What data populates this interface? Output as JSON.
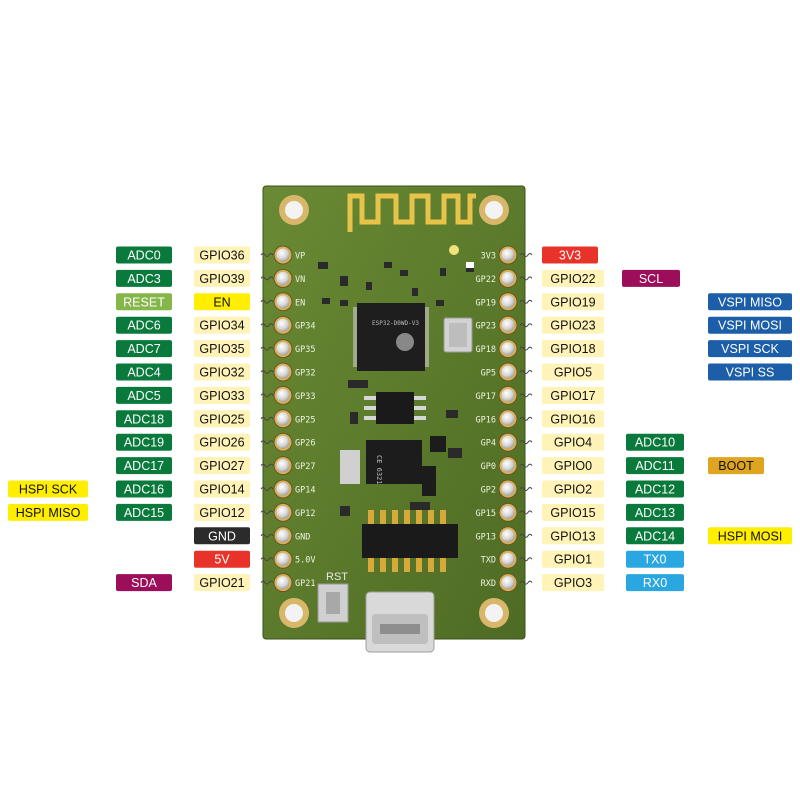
{
  "board": {
    "pad_rst_label": "RST",
    "module_text": "ESP32-D0WD-V3",
    "rows_left_silk": [
      "VP",
      "VN",
      "EN",
      "GP34",
      "GP35",
      "GP32",
      "GP33",
      "GP25",
      "GP26",
      "GP27",
      "GP14",
      "GP12",
      "GND",
      "5.0V",
      "GP21"
    ],
    "rows_right_silk": [
      "3V3",
      "GP22",
      "GP19",
      "GP23",
      "GP18",
      "GP5",
      "GP17",
      "GP16",
      "GP4",
      "GP0",
      "GP2",
      "GP15",
      "GP13",
      "TXD",
      "RXD"
    ]
  },
  "colors": {
    "adc": "#0a7a3c",
    "gpio": "#fff3b8",
    "reset": "#84b64a",
    "en": "#ffee00",
    "vspi": "#1c5fa8",
    "hspi_left": "#ffee00",
    "hspi_right": "#ffee00",
    "scl_sda": "#9c0d5a",
    "power": "#e8332a",
    "gnd": "#2b2b2b",
    "boot": "#e0a520",
    "uart": "#2aa7e0",
    "pcb": "#5b7a2c"
  },
  "left_rows": [
    {
      "gpio": "GPIO36",
      "func": "ADC0",
      "func_type": "adc"
    },
    {
      "gpio": "GPIO39",
      "func": "ADC3",
      "func_type": "adc"
    },
    {
      "gpio": "EN",
      "gpio_type": "en",
      "func": "RESET",
      "func_type": "reset"
    },
    {
      "gpio": "GPIO34",
      "func": "ADC6",
      "func_type": "adc"
    },
    {
      "gpio": "GPIO35",
      "func": "ADC7",
      "func_type": "adc"
    },
    {
      "gpio": "GPIO32",
      "func": "ADC4",
      "func_type": "adc"
    },
    {
      "gpio": "GPIO33",
      "func": "ADC5",
      "func_type": "adc"
    },
    {
      "gpio": "GPIO25",
      "func": "ADC18",
      "func_type": "adc"
    },
    {
      "gpio": "GPIO26",
      "func": "ADC19",
      "func_type": "adc"
    },
    {
      "gpio": "GPIO27",
      "func": "ADC17",
      "func_type": "adc"
    },
    {
      "gpio": "GPIO14",
      "func": "ADC16",
      "func_type": "adc",
      "extra": "HSPI SCK",
      "extra_type": "hspi_left"
    },
    {
      "gpio": "GPIO12",
      "func": "ADC15",
      "func_type": "adc",
      "extra": "HSPI MISO",
      "extra_type": "hspi_left"
    },
    {
      "gpio": "",
      "func": "GND",
      "func_type": "gnd"
    },
    {
      "gpio": "",
      "func": "5V",
      "func_type": "power"
    },
    {
      "gpio": "GPIO21",
      "func": "SDA",
      "func_type": "scl_sda"
    }
  ],
  "right_rows": [
    {
      "gpio": "",
      "func": "3V3",
      "func_type": "power"
    },
    {
      "gpio": "GPIO22",
      "func": "SCL",
      "func_type": "scl_sda"
    },
    {
      "gpio": "GPIO19",
      "func": "VSPI MISO",
      "func_type": "vspi"
    },
    {
      "gpio": "GPIO23",
      "func": "VSPI MOSI",
      "func_type": "vspi"
    },
    {
      "gpio": "GPIO18",
      "func": "VSPI SCK",
      "func_type": "vspi"
    },
    {
      "gpio": "GPIO5",
      "func": "VSPI SS",
      "func_type": "vspi"
    },
    {
      "gpio": "GPIO17",
      "func": "",
      "func_type": ""
    },
    {
      "gpio": "GPIO16",
      "func": "",
      "func_type": ""
    },
    {
      "gpio": "GPIO4",
      "func": "ADC10",
      "func_type": "adc"
    },
    {
      "gpio": "GPIO0",
      "func": "ADC11",
      "func_type": "adc",
      "extra": "BOOT",
      "extra_type": "boot"
    },
    {
      "gpio": "GPIO2",
      "func": "ADC12",
      "func_type": "adc"
    },
    {
      "gpio": "GPIO15",
      "func": "ADC13",
      "func_type": "adc"
    },
    {
      "gpio": "GPIO13",
      "func": "ADC14",
      "func_type": "adc",
      "extra": "HSPI MOSI",
      "extra_type": "hspi_right"
    },
    {
      "gpio": "GPIO1",
      "func": "TX0",
      "func_type": "uart"
    },
    {
      "gpio": "GPIO3",
      "func": "RX0",
      "func_type": "uart"
    }
  ]
}
